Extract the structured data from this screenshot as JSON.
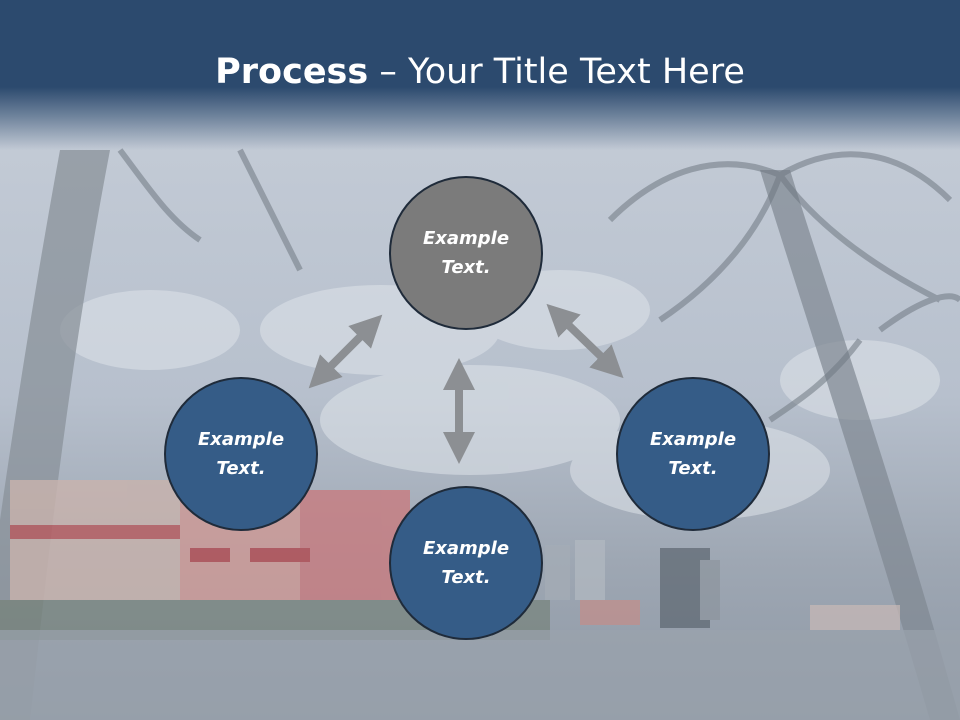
{
  "slide": {
    "title_bold": "Process",
    "title_rest": " – Your Title Text Here"
  },
  "diagram": {
    "nodes": [
      {
        "id": "top",
        "label": "Example\nText.",
        "color": "#7b7b7b"
      },
      {
        "id": "left",
        "label": "Example\nText.",
        "color": "#355c87"
      },
      {
        "id": "right",
        "label": "Example\nText.",
        "color": "#355c87"
      },
      {
        "id": "bottom",
        "label": "Example\nText.",
        "color": "#355c87"
      }
    ],
    "arrow_color": "#8c8f93"
  },
  "colors": {
    "header": "#2c4a6e",
    "node_blue": "#355c87",
    "node_gray": "#7b7b7b"
  }
}
